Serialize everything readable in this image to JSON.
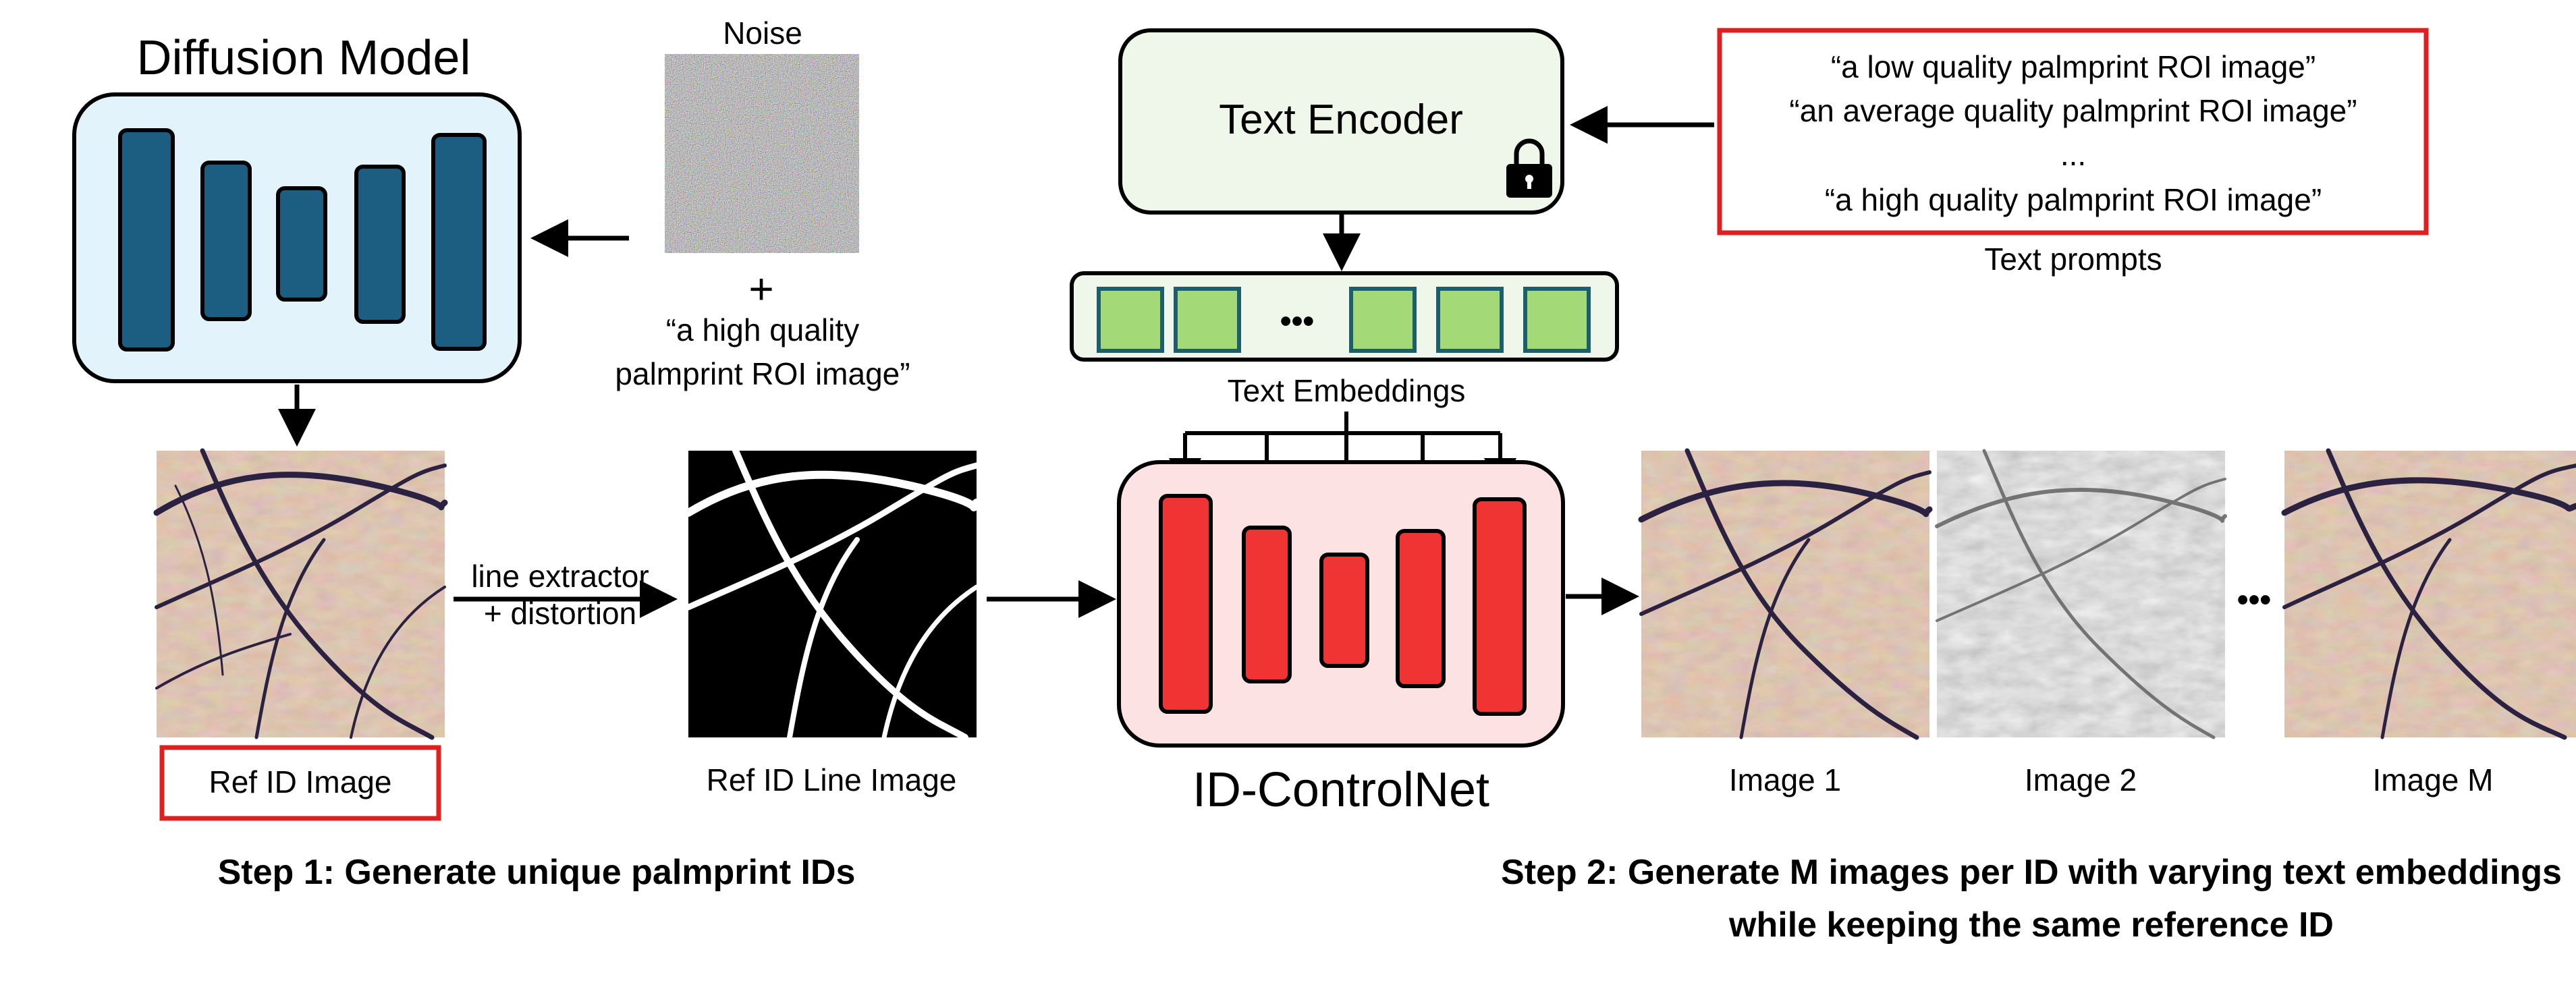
{
  "diffusion": {
    "title": "Diffusion Model",
    "noise_label": "Noise",
    "plus": "+",
    "prompt_line1": "“a high quality",
    "prompt_line2": "palmprint ROI image”"
  },
  "ref_image": {
    "label": "Ref ID Image",
    "line_label": "Ref ID Line Image",
    "extractor_line1": "line extractor",
    "extractor_line2": "+ distortion"
  },
  "text_encoder": {
    "label": "Text Encoder",
    "embeddings_label": "Text Embeddings",
    "ellipsis": "•••"
  },
  "text_prompts": {
    "items": [
      "“a low quality palmprint ROI image”",
      "“an average quality palmprint ROI image”",
      "...",
      "“a high quality palmprint ROI image”"
    ],
    "caption": "Text prompts"
  },
  "controlnet": {
    "label": "ID-ControlNet"
  },
  "outputs": {
    "labels": [
      "Image 1",
      "Image 2",
      "Image M"
    ],
    "ellipsis": "•••"
  },
  "steps": {
    "step1": "Step 1: Generate unique palmprint IDs",
    "step2_line1": "Step 2: Generate M images per ID with varying text embeddings",
    "step2_line2": "while keeping the same reference ID"
  },
  "colors": {
    "unet_block": "#1c5d82",
    "diffusion_box": "#e3f3fb",
    "encoder_box": "#eff7ea",
    "embedding_cell": "#a3d977",
    "embedding_border": "#1c5d6e",
    "controlnet_box": "#fde2e4",
    "controlnet_block": "#f03434",
    "highlight_red": "#e0201f"
  }
}
